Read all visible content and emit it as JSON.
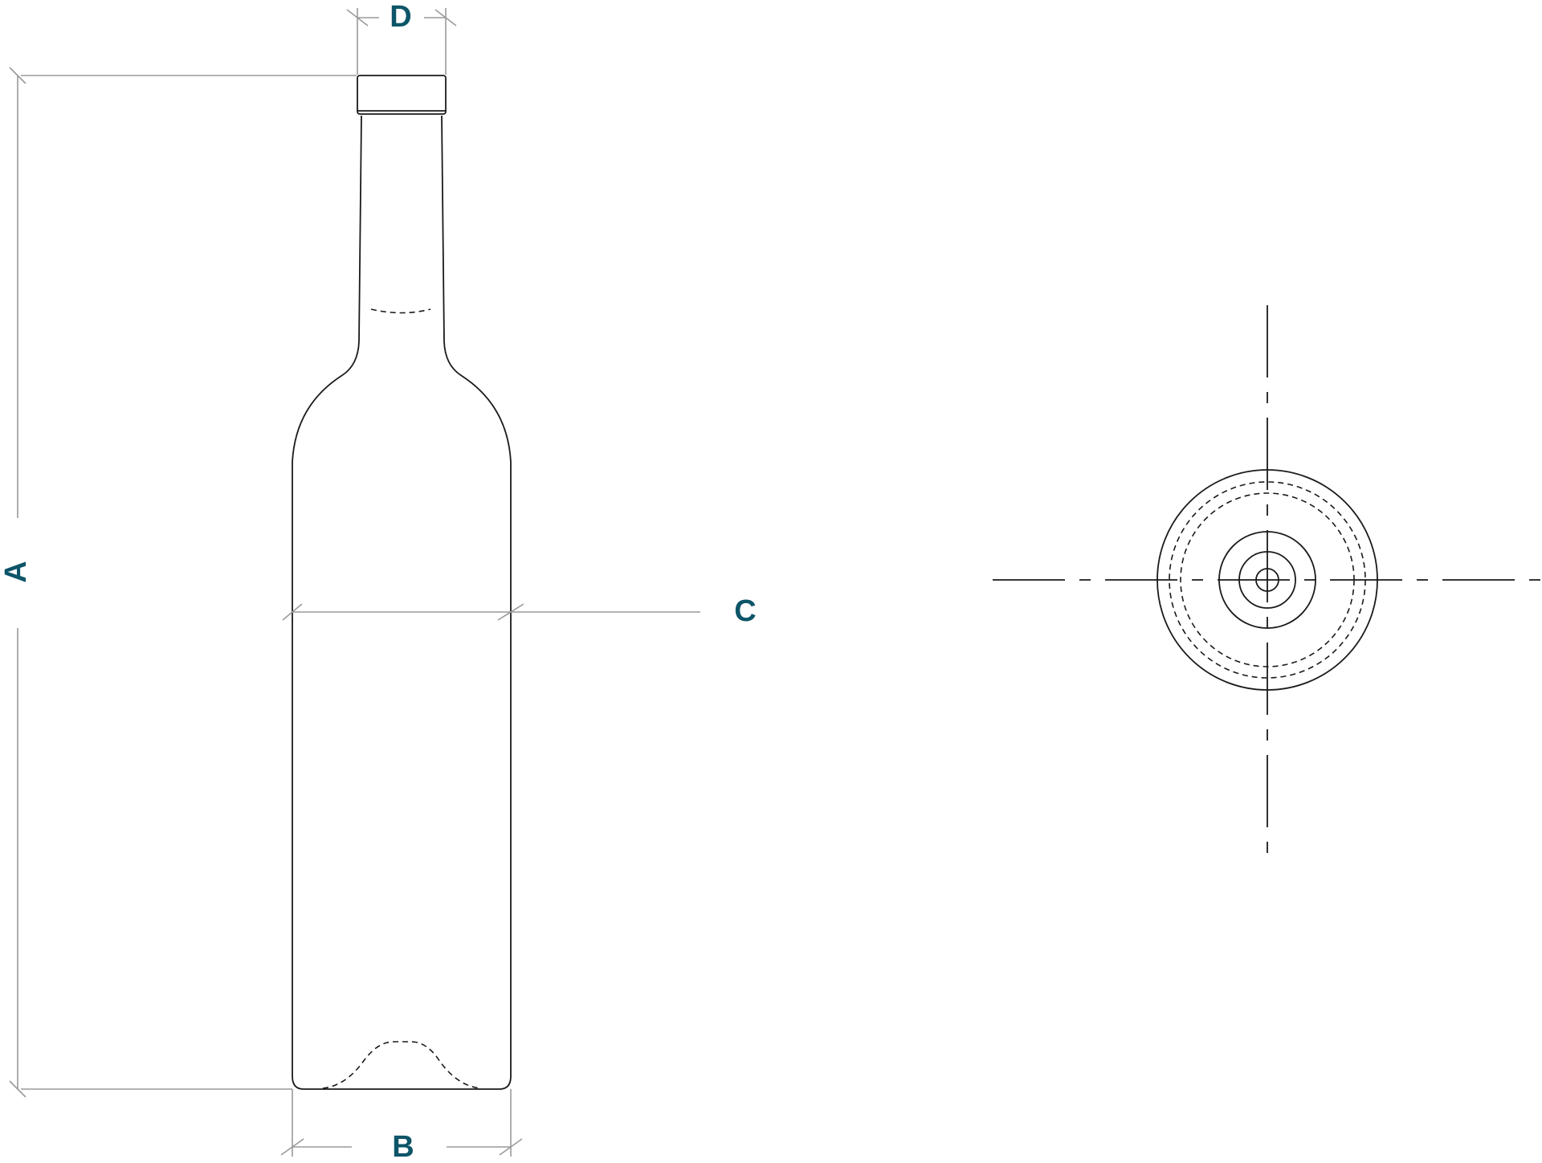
{
  "dimensions": {
    "height_label": "A",
    "base_label": "B",
    "body_label": "C",
    "neck_label": "D"
  },
  "colors": {
    "label": "#0d5568",
    "outline": "#1a1a1a",
    "dimension_line": "#9a9a9a"
  }
}
